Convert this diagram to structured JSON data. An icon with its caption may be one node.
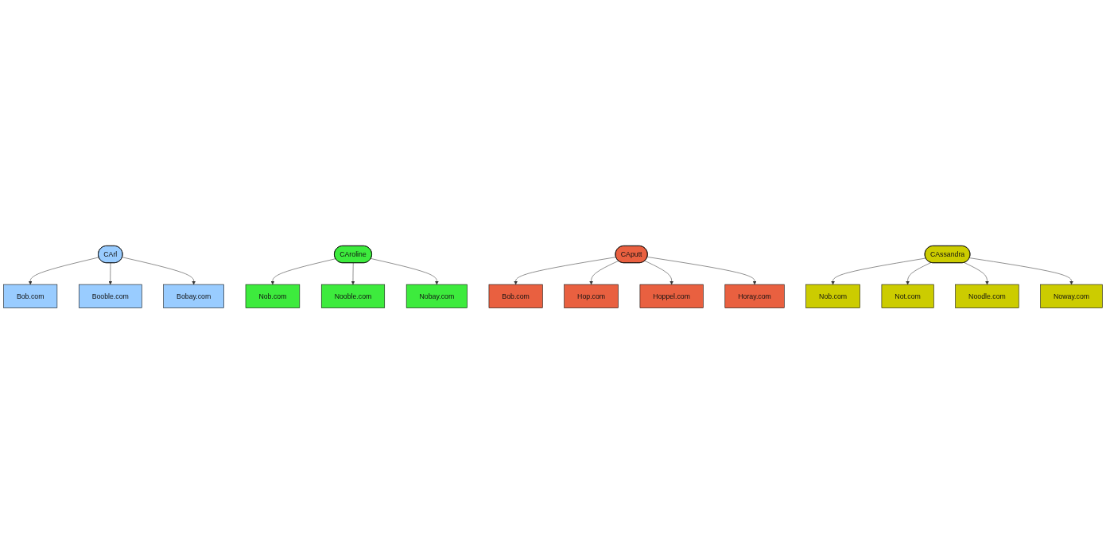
{
  "diagram": {
    "nodes": [
      {
        "text": [
          "CArl"
        ]
      },
      {
        "text": [
          "CAroline"
        ]
      },
      {
        "text": [
          "Bob.com"
        ]
      },
      {
        "text": [
          "Booble.com"
        ]
      },
      {
        "text": [
          "Bobay.com"
        ]
      },
      {
        "text": [
          "Nob.com"
        ]
      },
      {
        "text": [
          "Nooble.com"
        ]
      },
      {
        "text": [
          "Nobay.com"
        ]
      },
      {
        "text": [
          "Bob.com"
        ]
      },
      {
        "text": [
          "Nob.com"
        ]
      },
      {
        "text": [
          "CAputt"
        ]
      },
      {
        "text": [
          "CAssandra"
        ]
      },
      {
        "text": [
          "Hop.com"
        ]
      },
      {
        "text": [
          "Hoppel.com"
        ]
      },
      {
        "text": [
          "Horay.com"
        ]
      },
      {
        "text": [
          "Not.com"
        ]
      },
      {
        "text": [
          "Noodle.com"
        ]
      },
      {
        "text": [
          "Noway.com"
        ]
      }
    ],
    "edges": [
      {
        "from": 0,
        "to": 2,
        "arrow": "to"
      },
      {
        "from": 0,
        "to": 3,
        "arrow": "to"
      },
      {
        "from": 0,
        "to": 4,
        "arrow": "to"
      },
      {
        "from": 1,
        "to": 5,
        "arrow": "to"
      },
      {
        "from": 1,
        "to": 6,
        "arrow": "to"
      },
      {
        "from": 1,
        "to": 7,
        "arrow": "to"
      },
      {
        "from": 10,
        "to": 8,
        "arrow": "to"
      },
      {
        "from": 11,
        "to": 9,
        "arrow": "to"
      },
      {
        "from": 10,
        "to": 12,
        "arrow": "to"
      },
      {
        "from": 10,
        "to": 13,
        "arrow": "to"
      },
      {
        "from": 10,
        "to": 14,
        "arrow": "to"
      },
      {
        "from": 11,
        "to": 15,
        "arrow": "to"
      },
      {
        "from": 11,
        "to": 16,
        "arrow": "to"
      },
      {
        "from": 11,
        "to": 17,
        "arrow": "to"
      }
    ]
  }
}
